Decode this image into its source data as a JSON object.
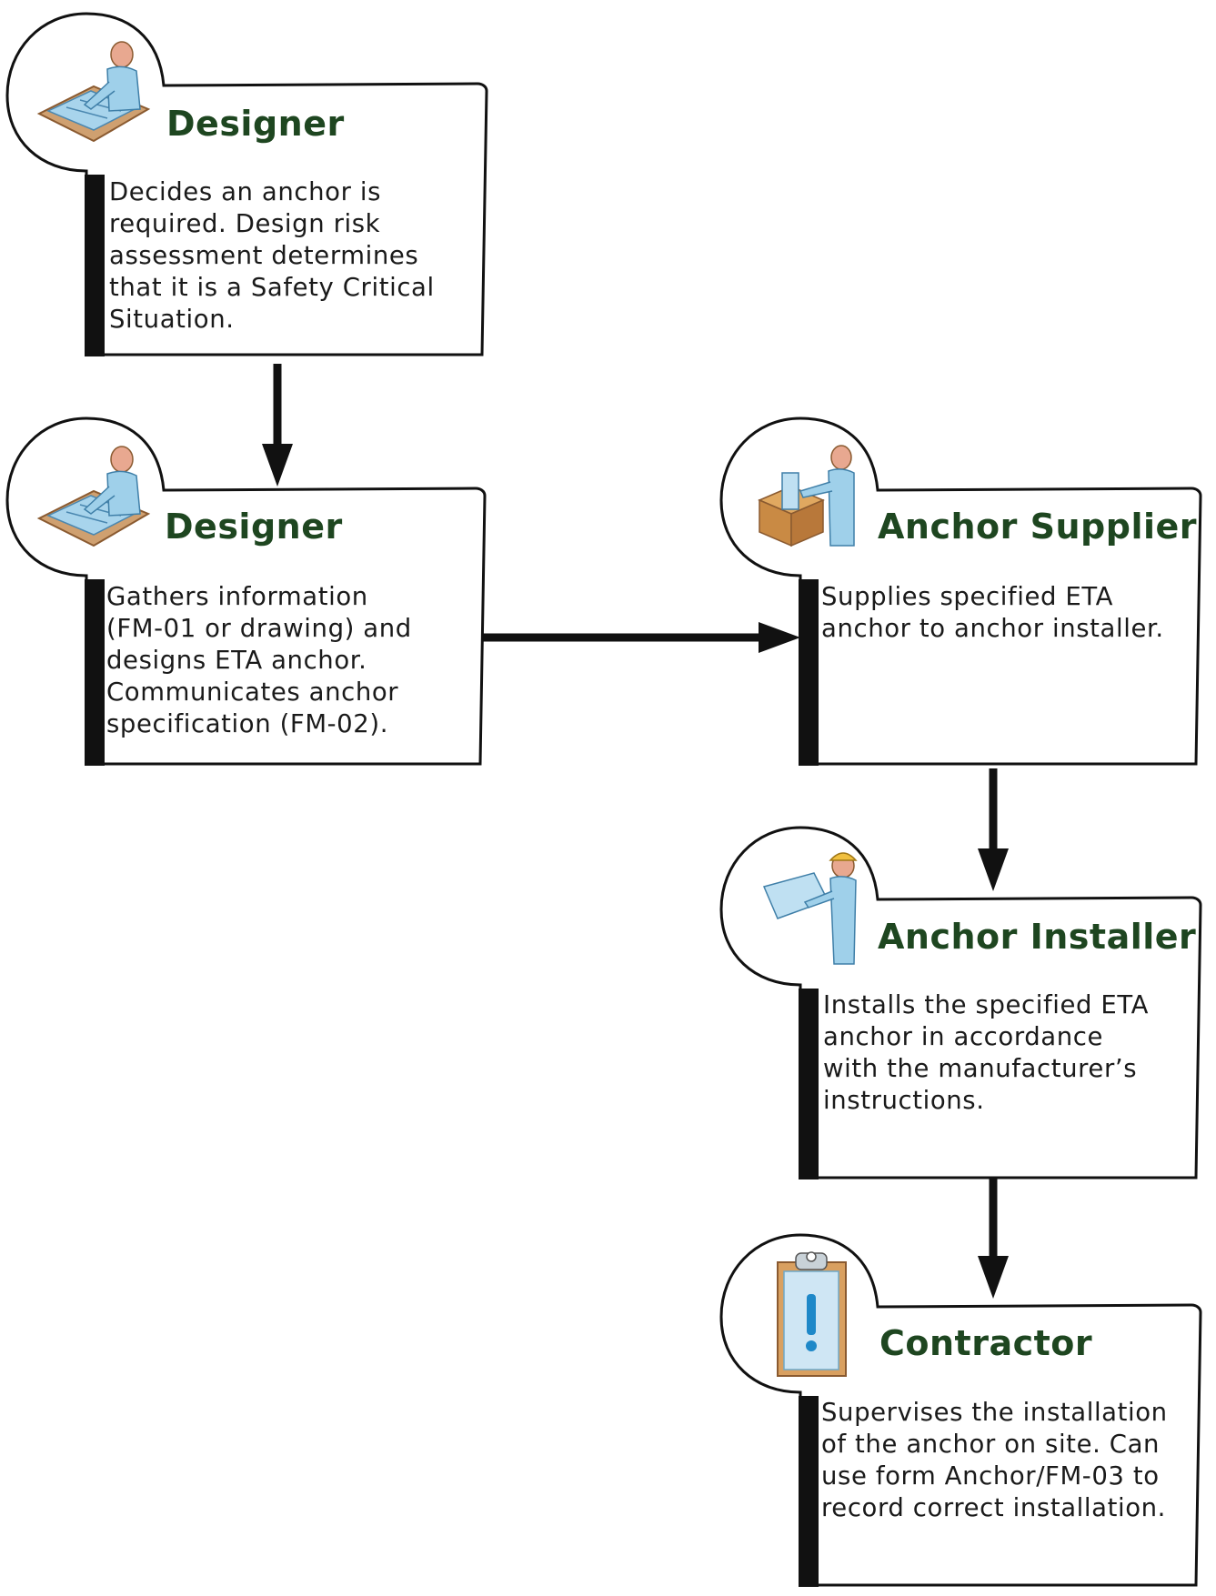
{
  "colors": {
    "title": "#1e4620",
    "outline": "#111111",
    "accent_bar": "#111111",
    "text": "#1a1a1a"
  },
  "nodes": [
    {
      "id": "designer-1",
      "title": "Designer",
      "icon": "designer-at-desk-icon",
      "lines": [
        "Decides an anchor is",
        "required. Design risk",
        "assessment determines",
        "that it is a Safety Critical",
        "Situation."
      ]
    },
    {
      "id": "designer-2",
      "title": "Designer",
      "icon": "designer-at-desk-icon",
      "lines": [
        "Gathers information",
        "(FM-01 or drawing) and",
        "designs ETA anchor.",
        "Communicates anchor",
        "specification (FM-02)."
      ]
    },
    {
      "id": "anchor-supplier",
      "title": "Anchor Supplier",
      "icon": "supplier-with-box-icon",
      "lines": [
        "Supplies specified ETA",
        "anchor to anchor installer."
      ]
    },
    {
      "id": "anchor-installer",
      "title": "Anchor Installer",
      "icon": "installer-with-hardhat-icon",
      "lines": [
        "Installs the specified ETA",
        "anchor in accordance",
        "with the manufacturer’s",
        "instructions."
      ]
    },
    {
      "id": "contractor",
      "title": "Contractor",
      "icon": "clipboard-exclamation-icon",
      "lines": [
        "Supervises the installation",
        "of the anchor on site. Can",
        "use form Anchor/FM-03 to",
        "record correct installation."
      ]
    }
  ],
  "edges": [
    {
      "from": "designer-1",
      "to": "designer-2"
    },
    {
      "from": "designer-2",
      "to": "anchor-supplier"
    },
    {
      "from": "anchor-supplier",
      "to": "anchor-installer"
    },
    {
      "from": "anchor-installer",
      "to": "contractor"
    }
  ]
}
